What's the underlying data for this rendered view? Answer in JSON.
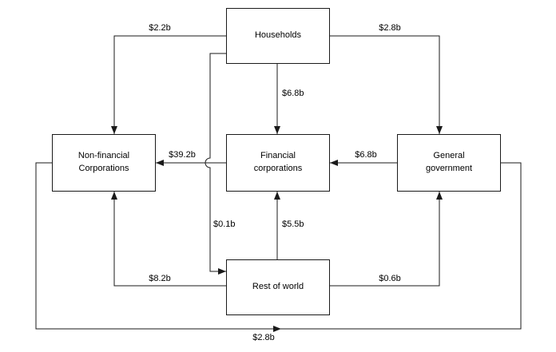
{
  "diagram": {
    "type": "sector-flow-diagram",
    "colors": {
      "line": "#1a1a1a",
      "box_border": "#1a1a1a",
      "background": "#ffffff",
      "text": "#000000"
    },
    "nodes": {
      "households": {
        "label": "Households"
      },
      "non_financial_corporations": {
        "label": "Non-financial\nCorporations"
      },
      "financial_corporations": {
        "label": "Financial\ncorporations"
      },
      "general_government": {
        "label": "General\ngovernment"
      },
      "rest_of_world": {
        "label": "Rest of world"
      }
    },
    "flows": {
      "households_to_non_financial": {
        "label": "$2.2b",
        "from": "Households",
        "to": "Non-financial Corporations"
      },
      "households_to_government": {
        "label": "$2.8b",
        "from": "Households",
        "to": "General government"
      },
      "households_to_financial": {
        "label": "$6.8b",
        "from": "Households",
        "to": "Financial corporations"
      },
      "financial_to_non_financial": {
        "label": "$39.2b",
        "from": "Financial corporations",
        "to": "Non-financial Corporations"
      },
      "government_to_financial": {
        "label": "$6.8b",
        "from": "General government",
        "to": "Financial corporations"
      },
      "households_to_rest_of_world": {
        "label": "$0.1b",
        "from": "Households",
        "to": "Rest of world"
      },
      "rest_of_world_to_financial": {
        "label": "$5.5b",
        "from": "Rest of world",
        "to": "Financial corporations"
      },
      "rest_of_world_to_non_financial": {
        "label": "$8.2b",
        "from": "Rest of world",
        "to": "Non-financial Corporations"
      },
      "rest_of_world_to_government": {
        "label": "$0.6b",
        "from": "Rest of world",
        "to": "General government"
      },
      "non_financial_to_government": {
        "label": "$2.8b",
        "from": "Non-financial Corporations",
        "to": "General government"
      }
    }
  }
}
